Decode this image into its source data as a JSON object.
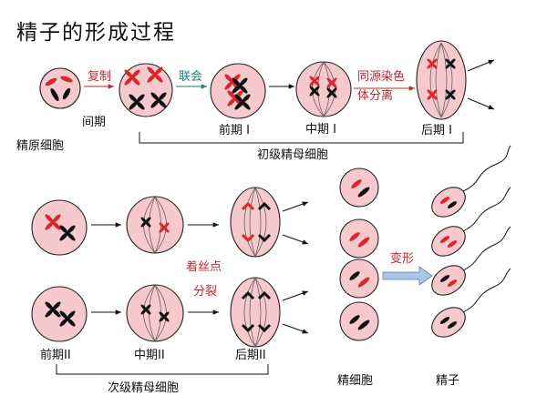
{
  "title": "精子的形成过程",
  "labels": {
    "replicate": "复制",
    "synapsis": "联会",
    "homolog_sep_1": "同源染色",
    "homolog_sep_2": "体分离",
    "interphase": "间期",
    "spermatogonium": "精原细胞",
    "prophase1": "前期 I",
    "metaphase1": "中期 I",
    "anaphase1": "后期 I",
    "primary_spermatocyte": "初级精母细胞",
    "centromere_1": "着丝点",
    "centromere_2": "分裂",
    "transform": "变形",
    "prophase2": "前期II",
    "metaphase2": "中期II",
    "anaphase2": "后期II",
    "secondary_spermatocyte": "次级精母细胞",
    "spermatid": "精细胞",
    "sperm": "精子"
  },
  "colors": {
    "cell_fill": "#f6c9cc",
    "chromosome_red": "#d8262d",
    "chromosome_black": "#111111",
    "text_red": "#c0282f",
    "text_teal": "#1a7f86",
    "transform_arrow": "#a9c7e8"
  }
}
